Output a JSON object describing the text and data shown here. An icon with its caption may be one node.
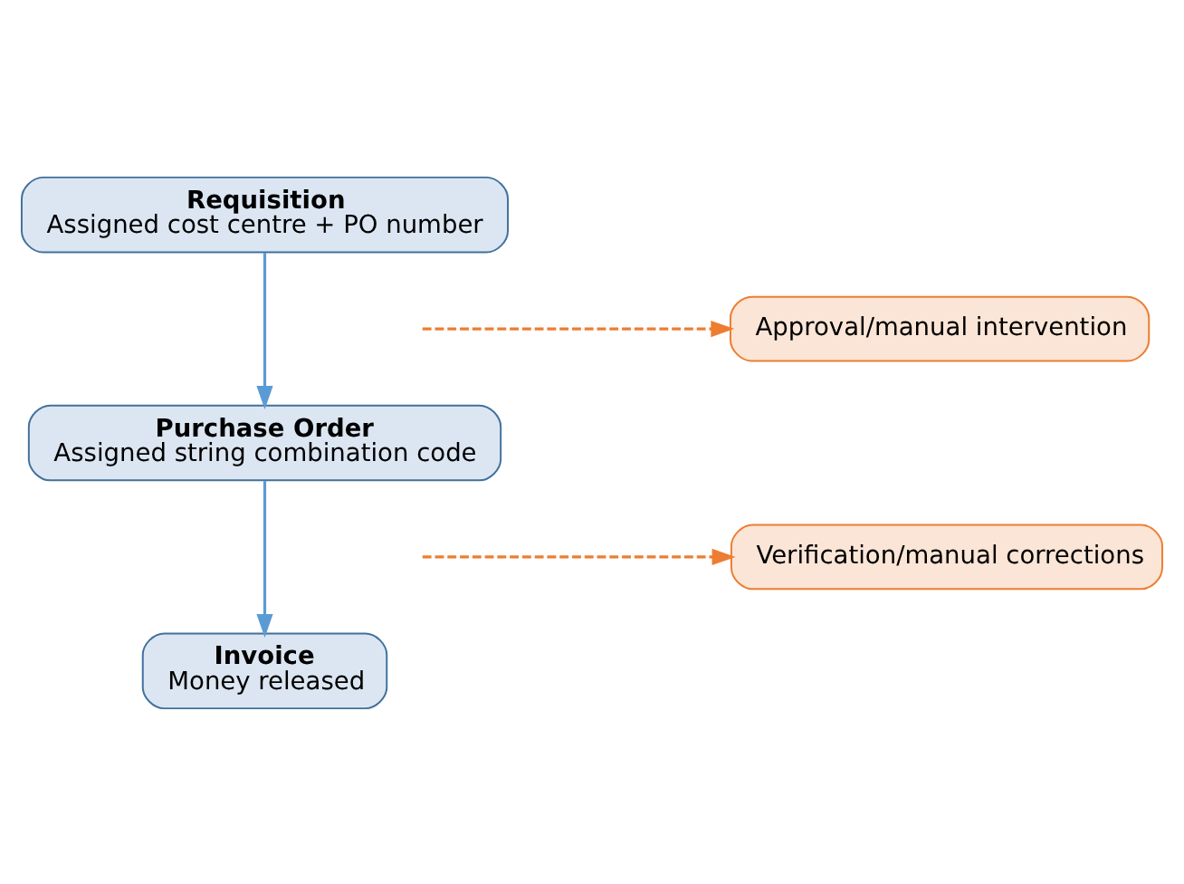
{
  "diagram": {
    "nodes": [
      {
        "text": [
          "Requisition",
          "Assigned cost centre + PO number"
        ]
      },
      {
        "text": [
          "Approval/manual intervention"
        ]
      },
      {
        "text": [
          "Purchase Order",
          "Assigned string combination code"
        ]
      },
      {
        "text": [
          "Verification/manual corrections"
        ]
      },
      {
        "text": [
          "Invoice",
          "Money released"
        ]
      }
    ],
    "edges": [
      {
        "from": 0,
        "to": 2,
        "arrow": "to"
      },
      {
        "from": null,
        "to": 1,
        "arrow": "to",
        "style": "dashed",
        "color": "#ed7d31"
      },
      {
        "from": 2,
        "to": 4,
        "arrow": "to"
      },
      {
        "from": null,
        "to": 3,
        "arrow": "to",
        "style": "dashed",
        "color": "#ed7d31"
      }
    ]
  }
}
